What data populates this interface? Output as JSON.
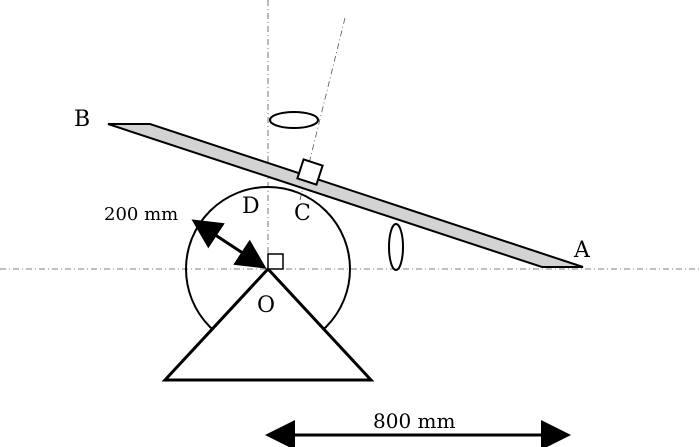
{
  "labels": {
    "point_b": "B",
    "point_a": "A",
    "point_d": "D",
    "point_c": "C",
    "point_o": "O"
  },
  "dimensions": {
    "radius": "200 mm",
    "horizontal": "800 mm"
  }
}
